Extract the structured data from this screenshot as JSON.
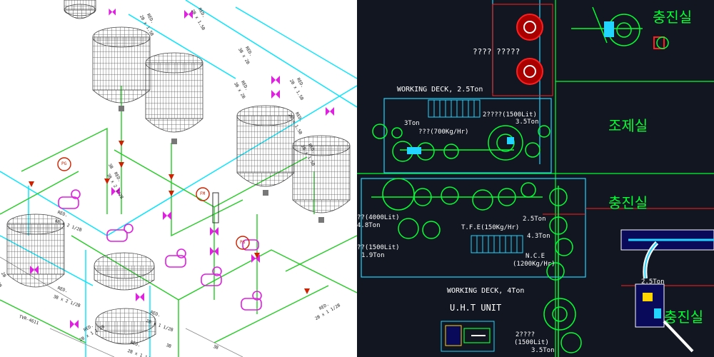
{
  "colors": {
    "left_bg": "#ffffff",
    "right_bg": "#111620",
    "tank": "#555555",
    "pipe_green": "#22cc22",
    "pipe_cyan": "#00e5ff",
    "valve_magenta": "#e020e0",
    "flow_red": "#cc2200",
    "cad_green": "#00ff33",
    "cad_cyan": "#22d4ff",
    "cad_red": "#ff1f1f",
    "cad_white": "#ffffff"
  },
  "left": {
    "labels": [
      "RED.",
      "2B x 1.5B",
      "RED.",
      "2B x 1.5B",
      "RED.",
      "3B x 2B",
      "RED.",
      "3B x 2B",
      "RED.",
      "2B x 1.5B",
      "RED.",
      "2B x 1.5B",
      "RED.",
      "2B x 1.5B",
      "RED.",
      "4B x 2 1/2B",
      "RED.",
      "3B x 2 1/2B",
      "RED.",
      "3B x 2 1/2B",
      "RED.",
      "2B x 1 1/2B",
      "RED.",
      "2B x 1 1/2B",
      "RED.",
      "2B x 1 1/2B",
      "RED.",
      "2B x 1 1/2B",
      "PG",
      "FM",
      "PG",
      "TVR-4611",
      "2B",
      "2B",
      "3B",
      "3B",
      "3B"
    ]
  },
  "right": {
    "zone_charging_1": "충진실",
    "zone_mixing": "조제실",
    "zone_charging_2": "충진실",
    "zone_charging_3": "충진실",
    "working_deck_upper": "WORKING DECK, 2.5Ton",
    "working_deck_lower": "WORKING DECK, 4Ton",
    "uht_unit": "U.H.T UNIT",
    "unknown_top": "???? ?????",
    "label_3ton": "3Ton",
    "label_700": "???(700Kg/Hr)",
    "label_1500_top": "2????(1500Lit)",
    "label_35_top": "3.5Ton",
    "label_4000": "??(4000Lit)",
    "label_48": "4.8Ton",
    "label_25": "2.5Ton",
    "label_tfe": "T.F.E(150Kg/Hr)",
    "label_43": "4.3Ton",
    "label_1500_mid": "??(1500Lit)",
    "label_19": "1.9Ton",
    "label_nce": "N.C.E",
    "label_1200": "(1200Kg/Hr)",
    "label_25b": "2.5Ton",
    "label_2q": "2????",
    "label_1500_low": "(1500Lit)",
    "label_35_low": "3.5Ton"
  }
}
